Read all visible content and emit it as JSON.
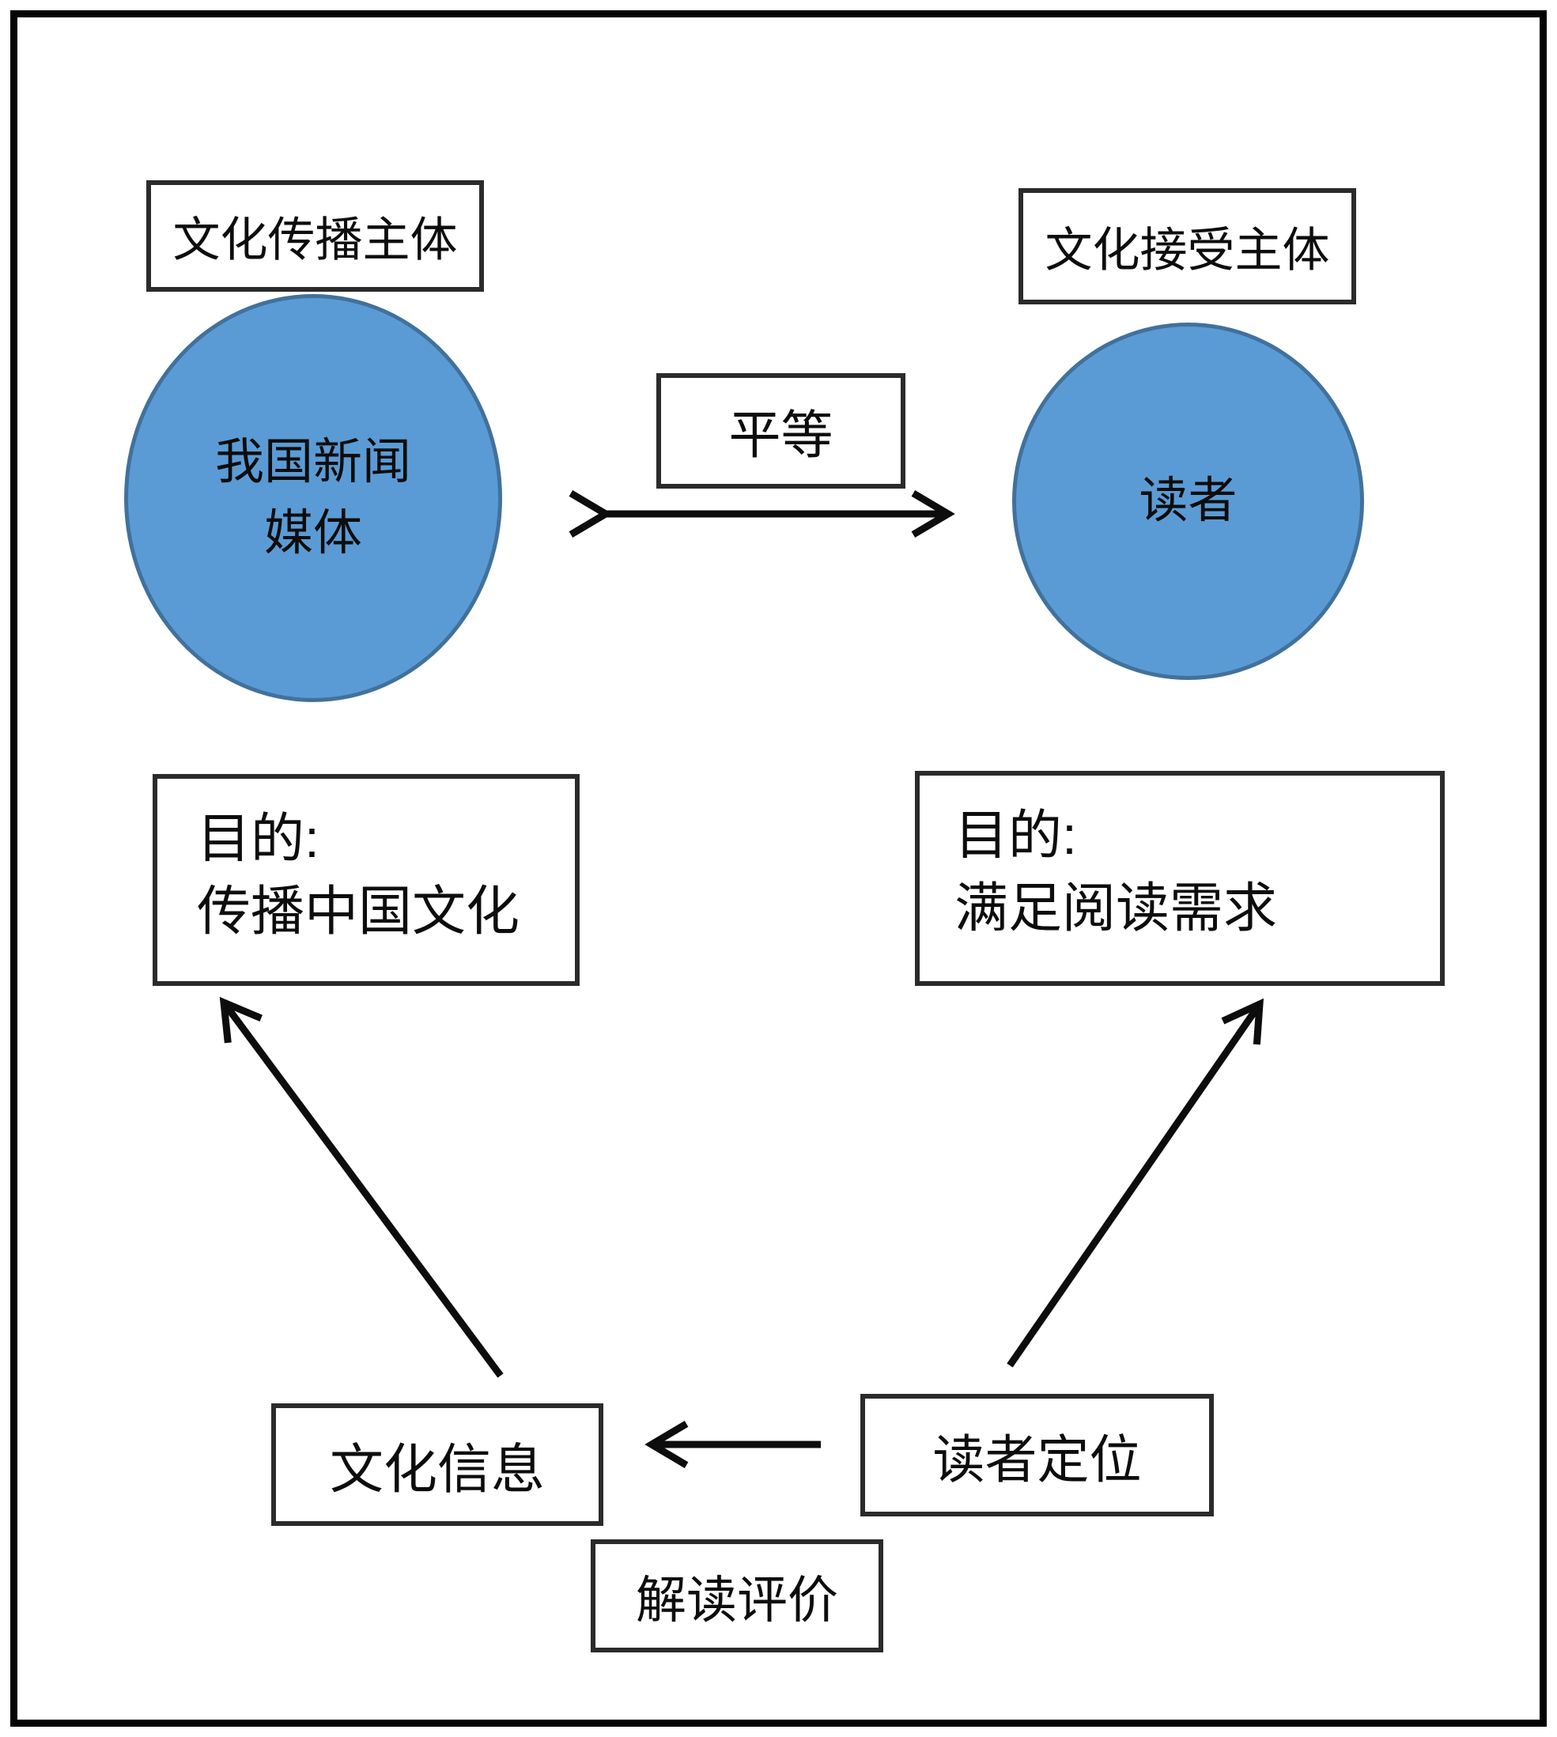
{
  "colors": {
    "circle-fill": "#5b9bd5",
    "circle-border": "#41719c",
    "box-border": "#2b2b2b",
    "ink": "#0d0d0d"
  },
  "diagram": {
    "top_left_box": "文化传播主体",
    "top_right_box": "文化接受主体",
    "left_circle": {
      "line1": "我国新闻",
      "line2": "媒体"
    },
    "right_circle": {
      "label": "读者"
    },
    "relation_box": "平等",
    "left_purpose_box": {
      "line1": "目的:",
      "line2": "传播中国文化"
    },
    "right_purpose_box": {
      "line1": "目的:",
      "line2": "满足阅读需求"
    },
    "culture_info_box": "文化信息",
    "reader_positioning_box": "读者定位",
    "interpretation_box": "解读评价"
  }
}
